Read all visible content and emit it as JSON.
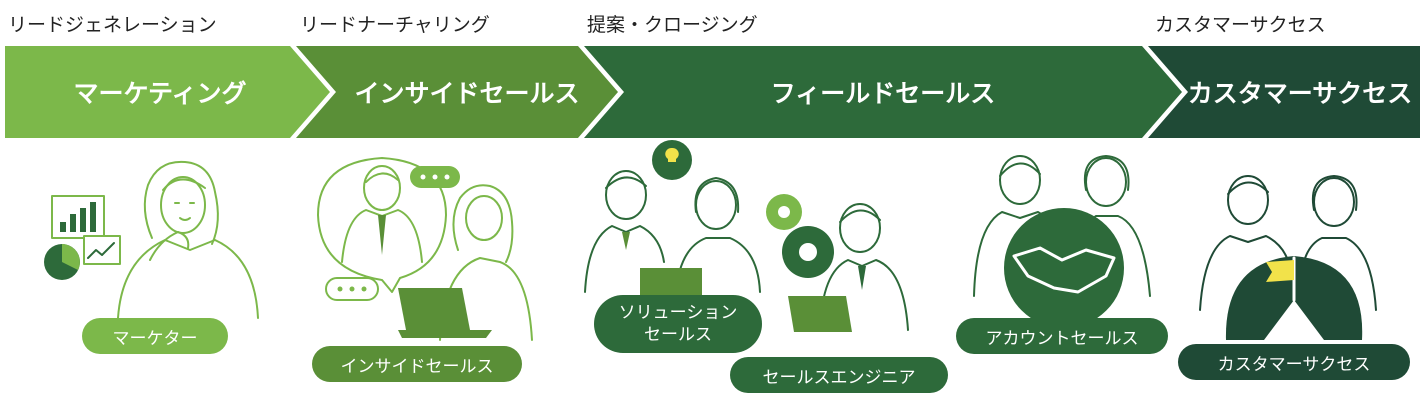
{
  "stages": {
    "lead_generation": "リードジェネレーション",
    "lead_nurturing": "リードナーチャリング",
    "proposal_closing": "提案・クロージング",
    "customer_success": "カスタマーサクセス"
  },
  "segments": [
    {
      "label": "マーケティング",
      "color": "#7cb84a"
    },
    {
      "label": "インサイドセールス",
      "color": "#5a8f37"
    },
    {
      "label": "フィールドセールス",
      "color": "#2d6a3a"
    },
    {
      "label": "カスタマーサクセス",
      "color": "#1f4a36"
    }
  ],
  "roles": {
    "marketer": "マーケター",
    "inside_sales": "インサイドセールス",
    "solution_sales_line1": "ソリューション",
    "solution_sales_line2": "セールス",
    "sales_engineer": "セールスエンジニア",
    "account_sales": "アカウントセールス",
    "customer_success": "カスタマーサクセス"
  },
  "icons": [
    "bar-chart-icon",
    "pie-chart-icon",
    "trend-arrow-icon",
    "speech-bubble-icon",
    "laptop-icon",
    "lightbulb-icon",
    "gear-icon",
    "handshake-icon",
    "flag-icon"
  ]
}
